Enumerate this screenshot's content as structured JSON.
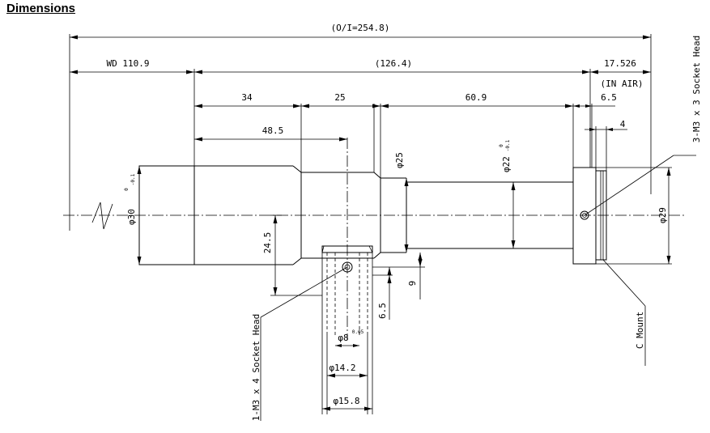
{
  "heading": "Dimensions",
  "dims": {
    "overall": "(O/I=254.8)",
    "wd": "WD 110.9",
    "body_length": "(126.4)",
    "back_focus": "17.526",
    "in_air": "(IN AIR)",
    "seg_34": "34",
    "seg_25": "25",
    "seg_60_9": "60.9",
    "seg_6_5": "6.5",
    "seg_4": "4",
    "len_48_5": "48.5",
    "h_24_5": "24.5",
    "v_9": "9",
    "v_6_5": "6.5"
  },
  "diameters": {
    "d30": "φ30",
    "d30_tol_upper": "0",
    "d30_tol_lower": "-0.1",
    "d25": "φ25",
    "d22": "φ22",
    "d22_tol_upper": "0",
    "d22_tol_lower": "-0.1",
    "d29": "φ29",
    "d8": "φ8",
    "d8_tol": "0.05",
    "d14_2": "φ14.2",
    "d15_8": "φ15.8"
  },
  "callouts": {
    "screw_right": "3-M3 x 3 Socket Head",
    "screw_left": "1-M3 x 4 Socket Head",
    "mount": "C Mount"
  }
}
